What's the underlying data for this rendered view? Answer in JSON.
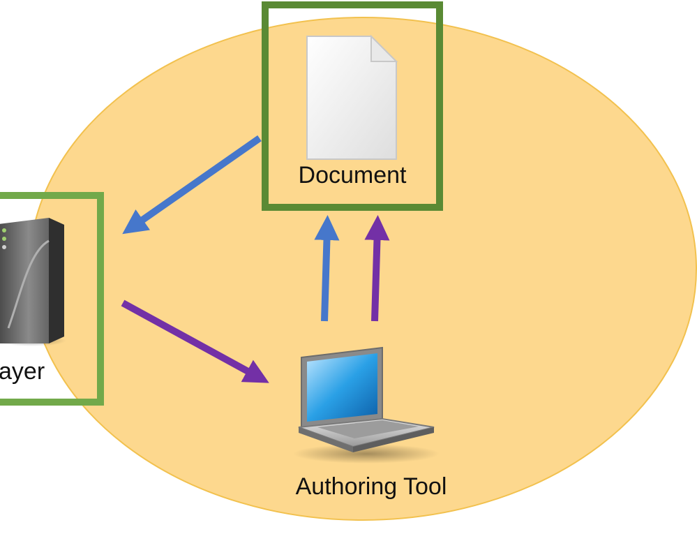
{
  "nodes": {
    "document": {
      "label": "Document",
      "icon": "document-icon"
    },
    "player": {
      "label": "ayer",
      "icon": "server-icon"
    },
    "authoring_tool": {
      "label": "Authoring Tool",
      "icon": "laptop-icon"
    }
  },
  "colors": {
    "ellipse_fill": "#FDD88E",
    "ellipse_stroke": "#F2C14E",
    "document_frame": "#5A8A34",
    "player_frame": "#72A94A",
    "arrow_blue": "#4677CB",
    "arrow_purple": "#7330A6"
  }
}
